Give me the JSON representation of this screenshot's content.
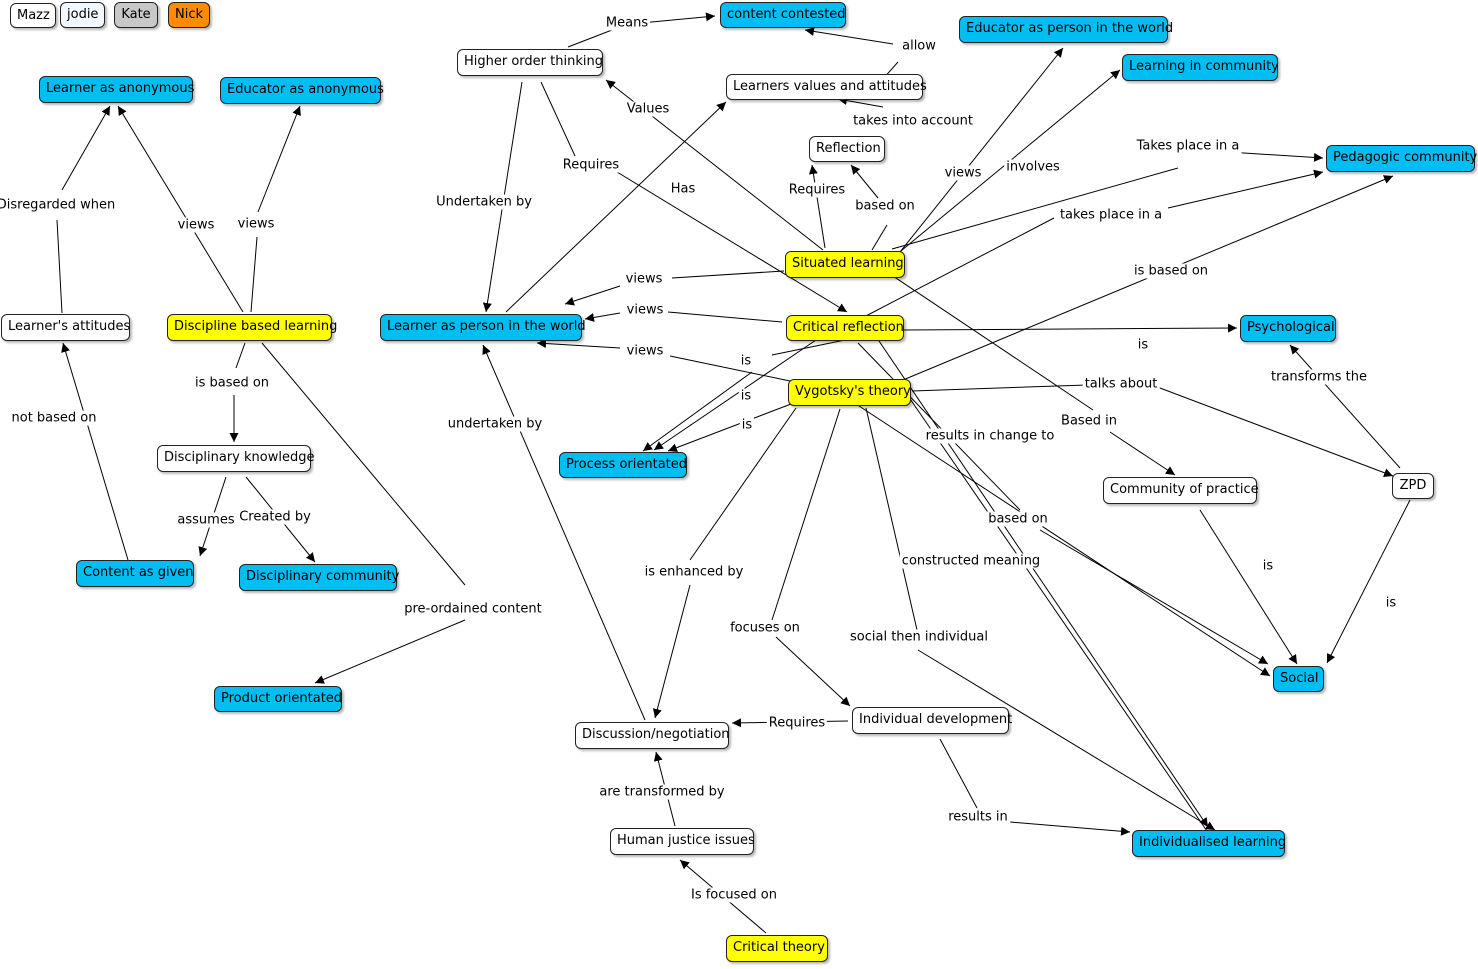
{
  "colors": {
    "concept": "#ffffff",
    "perspective": "#00bdf2",
    "theory": "#ffff00",
    "line": "#000000"
  },
  "legend": [
    {
      "id": "legend-mazz",
      "label": "Mazz",
      "color": "#ffffff"
    },
    {
      "id": "legend-jodie",
      "label": "jodie",
      "color": "#f2f8ff"
    },
    {
      "id": "legend-kate",
      "label": "Kate",
      "color": "#c8c8c8"
    },
    {
      "id": "legend-nick",
      "label": "Nick",
      "color": "#ff8c00"
    }
  ],
  "nodes": [
    {
      "id": "content-contested",
      "label": "content contested",
      "kind": "perspective"
    },
    {
      "id": "educator-world",
      "label": "Educator as person in the world",
      "kind": "perspective"
    },
    {
      "id": "higher-order",
      "label": "Higher order thinking",
      "kind": "concept"
    },
    {
      "id": "learners-values",
      "label": "Learners values and attitudes",
      "kind": "concept"
    },
    {
      "id": "learning-community",
      "label": "Learning in community",
      "kind": "perspective"
    },
    {
      "id": "learner-anon",
      "label": "Learner as anonymous",
      "kind": "perspective"
    },
    {
      "id": "educator-anon",
      "label": "Educator as anonymous",
      "kind": "perspective"
    },
    {
      "id": "reflection",
      "label": "Reflection",
      "kind": "concept"
    },
    {
      "id": "pedagogic-community",
      "label": "Pedagogic community",
      "kind": "perspective"
    },
    {
      "id": "situated-learning",
      "label": "Situated learning",
      "kind": "theory"
    },
    {
      "id": "learners-attitudes",
      "label": "Learner's attitudes",
      "kind": "concept"
    },
    {
      "id": "discipline-based",
      "label": "Discipline based learning",
      "kind": "theory"
    },
    {
      "id": "learner-world",
      "label": "Learner as person in the world",
      "kind": "perspective"
    },
    {
      "id": "critical-reflection",
      "label": "Critical reflection",
      "kind": "theory"
    },
    {
      "id": "psychological",
      "label": "Psychological",
      "kind": "perspective"
    },
    {
      "id": "vygotsky",
      "label": "Vygotsky's theory",
      "kind": "theory"
    },
    {
      "id": "disciplinary-knowledge",
      "label": "Disciplinary knowledge",
      "kind": "concept"
    },
    {
      "id": "process-orientated",
      "label": "Process orientated",
      "kind": "perspective"
    },
    {
      "id": "zpd",
      "label": "ZPD",
      "kind": "concept"
    },
    {
      "id": "community-practice",
      "label": "Community of practice",
      "kind": "concept"
    },
    {
      "id": "content-given",
      "label": "Content as given",
      "kind": "perspective"
    },
    {
      "id": "disciplinary-community",
      "label": "Disciplinary community",
      "kind": "perspective"
    },
    {
      "id": "social",
      "label": "Social",
      "kind": "perspective"
    },
    {
      "id": "product-orientated",
      "label": "Product orientated",
      "kind": "perspective"
    },
    {
      "id": "individual-development",
      "label": "Individual development",
      "kind": "concept"
    },
    {
      "id": "discussion",
      "label": "Discussion/negotiation",
      "kind": "concept"
    },
    {
      "id": "human-justice",
      "label": "Human justice issues",
      "kind": "concept"
    },
    {
      "id": "individualised-learning",
      "label": "Individualised learning",
      "kind": "perspective"
    },
    {
      "id": "critical-theory",
      "label": "Critical theory",
      "kind": "theory"
    }
  ],
  "links": [
    {
      "id": "means",
      "label": "Means"
    },
    {
      "id": "allow",
      "label": "allow"
    },
    {
      "id": "values",
      "label": "Values"
    },
    {
      "id": "takes-into-account",
      "label": "takes into account"
    },
    {
      "id": "requires-1",
      "label": "Requires"
    },
    {
      "id": "requires-2",
      "label": "Requires"
    },
    {
      "id": "based-on-1",
      "label": "based on"
    },
    {
      "id": "undertaken-by-1",
      "label": "Undertaken by"
    },
    {
      "id": "has",
      "label": "Has"
    },
    {
      "id": "views-1",
      "label": "views"
    },
    {
      "id": "involves",
      "label": "involves"
    },
    {
      "id": "takes-place-1",
      "label": "Takes place in a"
    },
    {
      "id": "takes-place-2",
      "label": "takes place in a"
    },
    {
      "id": "is-based-on-1",
      "label": "is based on"
    },
    {
      "id": "disregarded-when",
      "label": "Disregarded when"
    },
    {
      "id": "views-2",
      "label": "views"
    },
    {
      "id": "views-3",
      "label": "views"
    },
    {
      "id": "views-4",
      "label": "views"
    },
    {
      "id": "views-5",
      "label": "views"
    },
    {
      "id": "views-6",
      "label": "views"
    },
    {
      "id": "is-1",
      "label": "is"
    },
    {
      "id": "is-2",
      "label": "is"
    },
    {
      "id": "is-3",
      "label": "is"
    },
    {
      "id": "is-4",
      "label": "is"
    },
    {
      "id": "is-5",
      "label": "is"
    },
    {
      "id": "is-6",
      "label": "is"
    },
    {
      "id": "transforms-the",
      "label": "transforms the"
    },
    {
      "id": "is-based-on-2",
      "label": "is based on"
    },
    {
      "id": "talks-about",
      "label": "talks about"
    },
    {
      "id": "not-based-on",
      "label": "not based on"
    },
    {
      "id": "undertaken-by-2",
      "label": "undertaken by"
    },
    {
      "id": "results-in-change",
      "label": "results in change to"
    },
    {
      "id": "based-in",
      "label": "Based in"
    },
    {
      "id": "based-on-2",
      "label": "based on"
    },
    {
      "id": "assumes",
      "label": "assumes"
    },
    {
      "id": "created-by",
      "label": "Created by"
    },
    {
      "id": "constructed-meaning",
      "label": "constructed meaning"
    },
    {
      "id": "is-enhanced-by",
      "label": "is enhanced by"
    },
    {
      "id": "pre-ordained",
      "label": "pre-ordained content"
    },
    {
      "id": "focuses-on",
      "label": "focuses on"
    },
    {
      "id": "social-then-individual",
      "label": "social then individual"
    },
    {
      "id": "requires-3",
      "label": "Requires"
    },
    {
      "id": "are-transformed-by",
      "label": "are transformed by"
    },
    {
      "id": "results-in",
      "label": "results in"
    },
    {
      "id": "is-focused-on",
      "label": "Is focused on"
    }
  ]
}
